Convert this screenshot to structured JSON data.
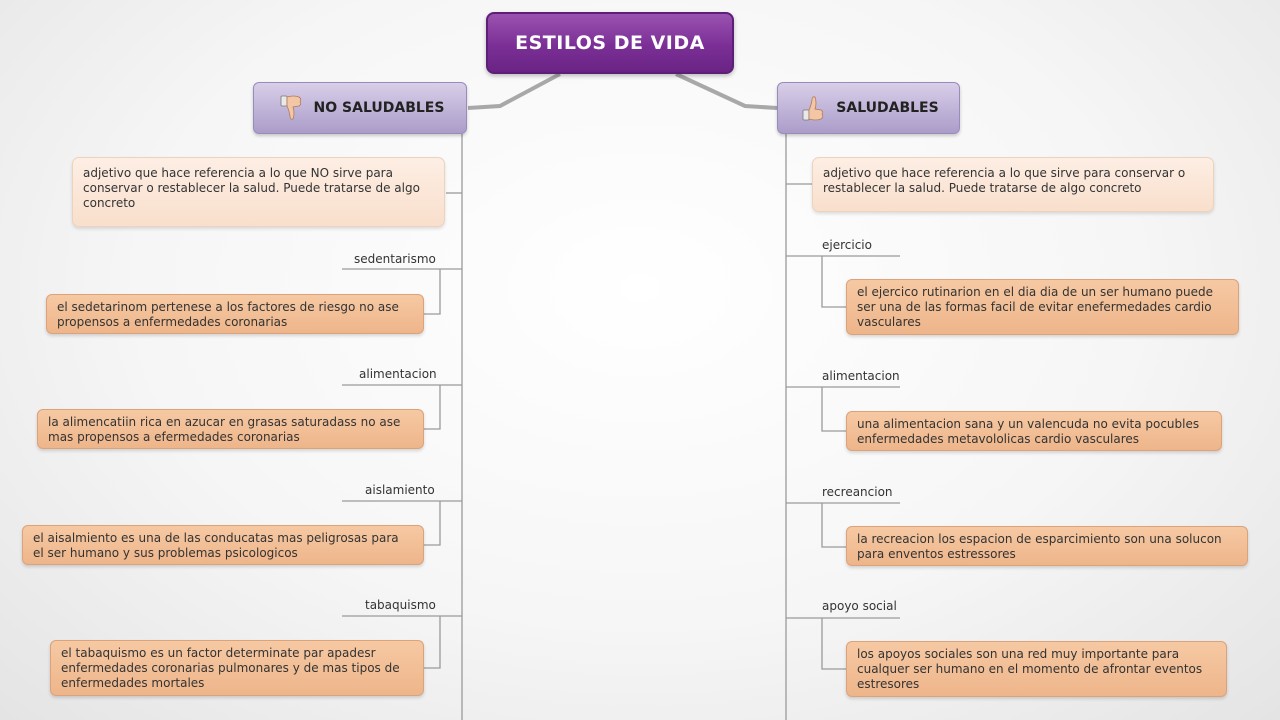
{
  "title": "ESTILOS DE VIDA",
  "left": {
    "label": "NO SALUDABLES",
    "icon": "thumbs-down-icon",
    "definition": "adjetivo que hace referencia a lo que NO sirve para conservar o restablecer la salud. Puede tratarse de algo concreto",
    "topics": [
      {
        "label": "sedentarismo",
        "note": "el sedetarinom pertenese a los factores de riesgo no ase propensos a enfermedades coronarias"
      },
      {
        "label": "alimentacion",
        "note": "la alimencatiin rica en azucar en grasas saturadass no ase mas propensos a efermedades coronarias"
      },
      {
        "label": "aislamiento",
        "note": "el aisalmiento es una de las conducatas mas peligrosas para el ser humano y sus problemas psicologicos"
      },
      {
        "label": "tabaquismo",
        "note": "el tabaquismo es un factor determinate par apadesr enfermedades coronarias pulmonares y de mas tipos de enfermedades mortales"
      }
    ]
  },
  "right": {
    "label": "SALUDABLES",
    "icon": "thumbs-up-icon",
    "definition": "adjetivo que hace referencia a lo que sirve para conservar o restablecer la salud. Puede tratarse de algo concreto",
    "topics": [
      {
        "label": "ejercicio",
        "note": "el ejercico rutinarion en el dia dia de un ser humano puede ser una de las formas facil de evitar enefermedades cardio vasculares"
      },
      {
        "label": "alimentacion",
        "note": "una alimentacion sana y un valencuda no evita pocubles enfermedades metavololicas cardio vasculares"
      },
      {
        "label": "recreancion",
        "note": "la recreacion los espacion de esparcimiento son una solucon para enventos estressores"
      },
      {
        "label": "apoyo social",
        "note": "los apoyos sociales son una red muy importante para cualquer ser humano en el momento de afrontar eventos estresores"
      }
    ]
  },
  "colors": {
    "central": "#7b2f96",
    "branch": "#bdb0d6",
    "definition": "#f9dfcc",
    "note": "#eeb58a",
    "line": "#8a8a8a"
  }
}
